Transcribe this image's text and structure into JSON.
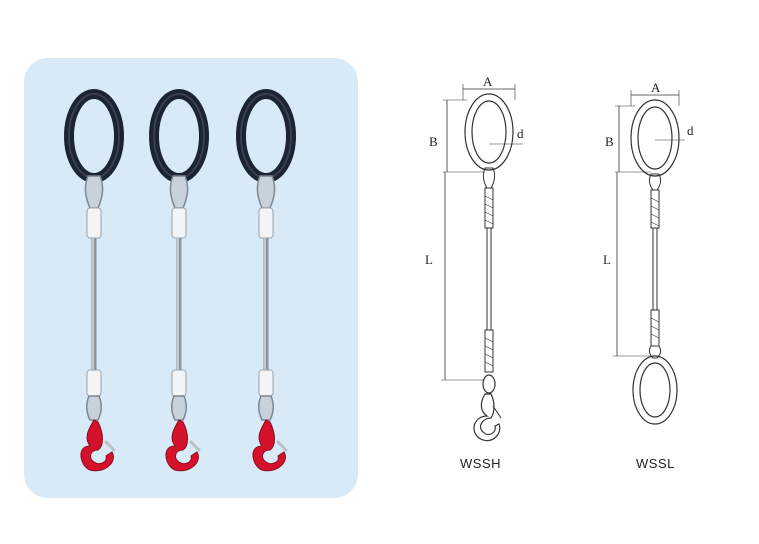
{
  "photo": {
    "sling_count": 3,
    "panel_color": "#d8e9f7",
    "ring_color": "#1c2333",
    "hook_color": "#d5122c"
  },
  "diagrams": [
    {
      "caption": "WSSH",
      "dimensions": {
        "width": "A",
        "ring_length": "B",
        "thickness": "d",
        "sling_length": "L"
      },
      "bottom_fitting": "hook"
    },
    {
      "caption": "WSSL",
      "dimensions": {
        "width": "A",
        "ring_length": "B",
        "thickness": "d",
        "sling_length": "L"
      },
      "bottom_fitting": "master-link"
    }
  ]
}
